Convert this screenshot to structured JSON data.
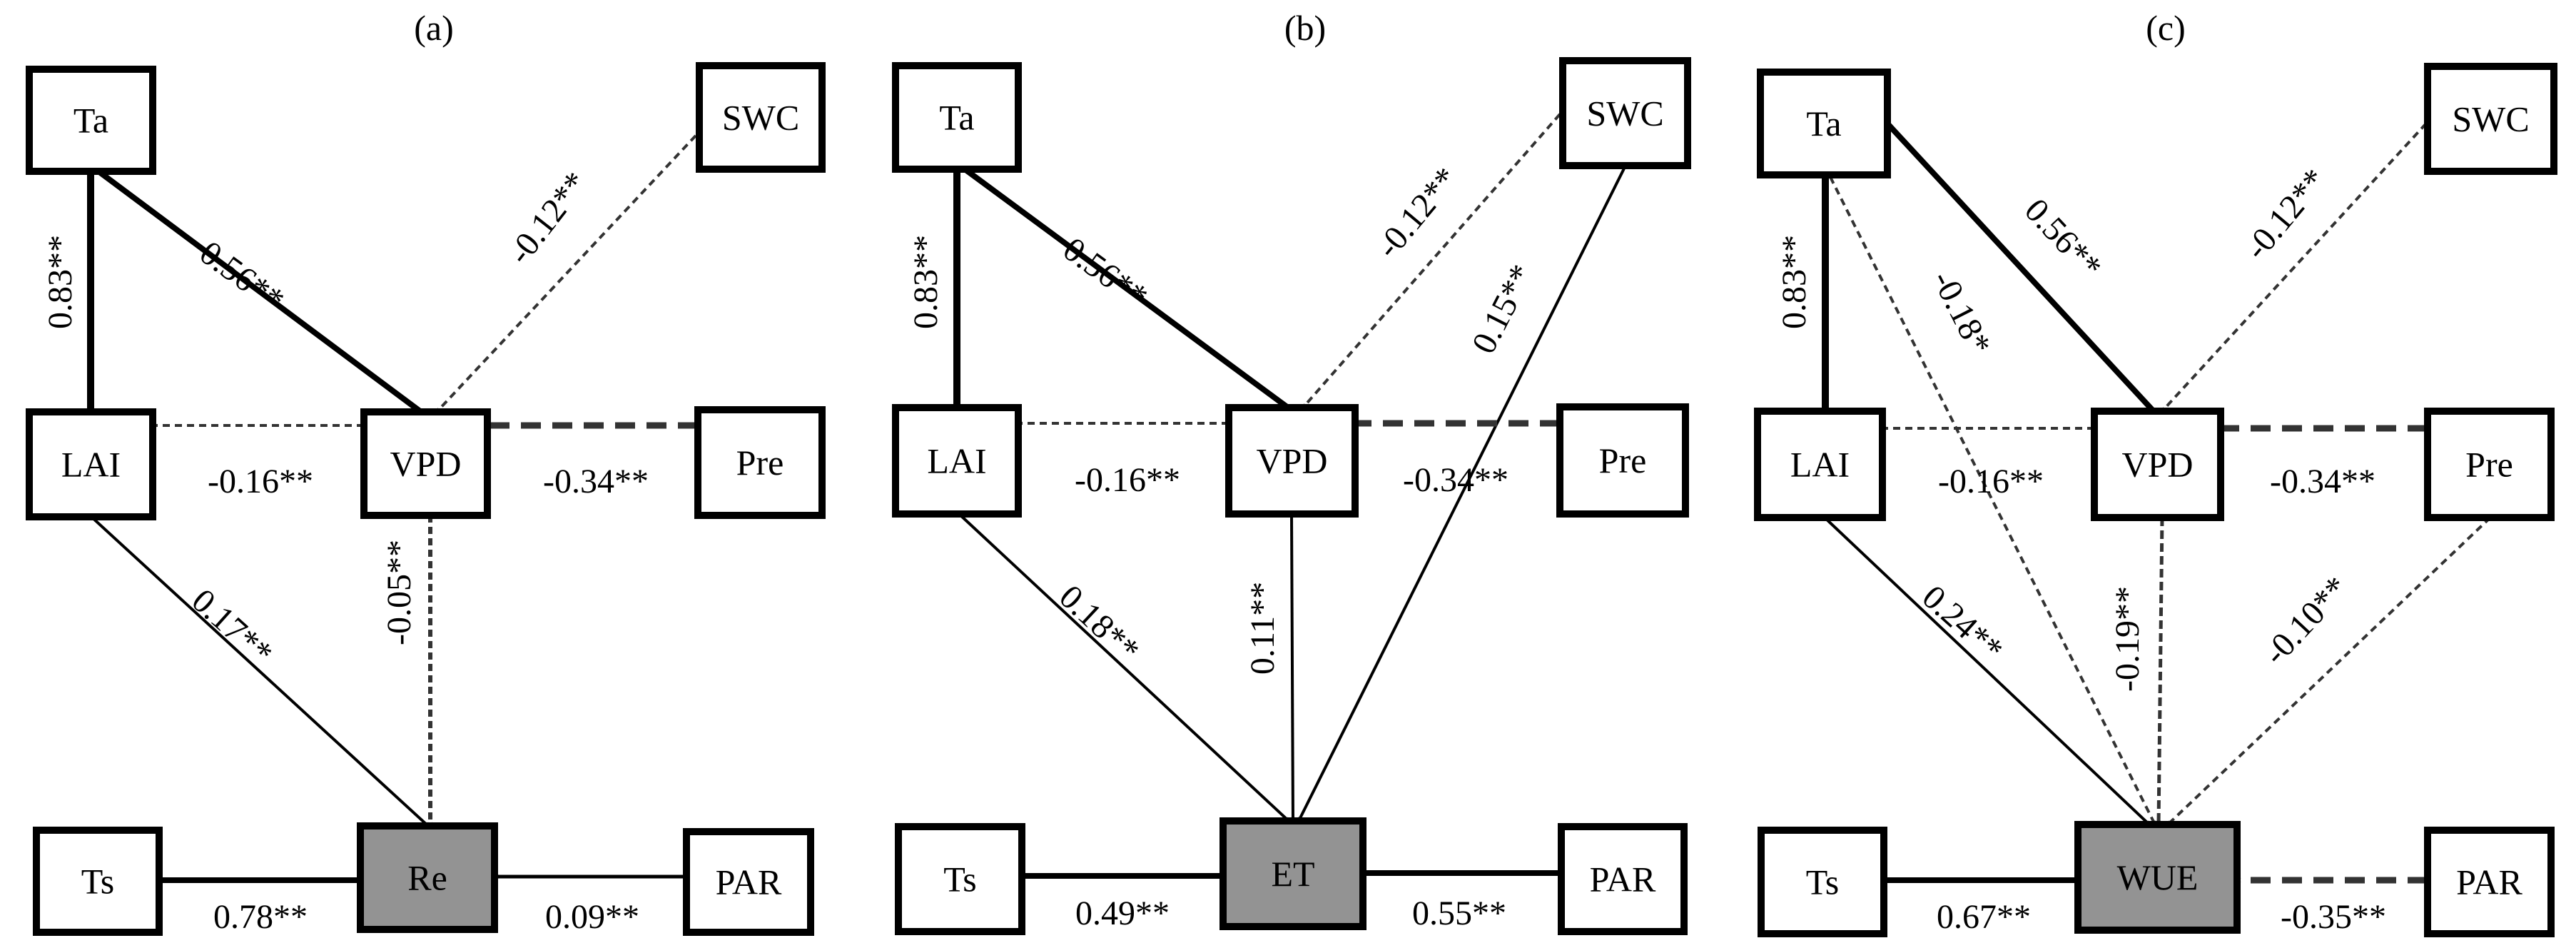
{
  "figure": {
    "panels": [
      {
        "id": "a",
        "title": "(a)",
        "target": "Re",
        "nodes": [
          "Ta",
          "SWC",
          "LAI",
          "VPD",
          "Pre",
          "Ts",
          "Re",
          "PAR"
        ],
        "paths": [
          {
            "from": "Ta",
            "to": "LAI",
            "coefficient": "0.83**",
            "sign": "positive"
          },
          {
            "from": "Ta",
            "to": "VPD",
            "coefficient": "0.56**",
            "sign": "positive"
          },
          {
            "from": "SWC",
            "to": "VPD",
            "coefficient": "-0.12**",
            "sign": "negative"
          },
          {
            "from": "VPD",
            "to": "LAI",
            "coefficient": "-0.16**",
            "sign": "negative"
          },
          {
            "from": "Pre",
            "to": "VPD",
            "coefficient": "-0.34**",
            "sign": "negative"
          },
          {
            "from": "LAI",
            "to": "Re",
            "coefficient": "0.17**",
            "sign": "positive"
          },
          {
            "from": "VPD",
            "to": "Re",
            "coefficient": "-0.05**",
            "sign": "negative"
          },
          {
            "from": "Ts",
            "to": "Re",
            "coefficient": "0.78**",
            "sign": "positive"
          },
          {
            "from": "PAR",
            "to": "Re",
            "coefficient": "0.09**",
            "sign": "positive"
          }
        ]
      },
      {
        "id": "b",
        "title": "(b)",
        "target": "ET",
        "nodes": [
          "Ta",
          "SWC",
          "LAI",
          "VPD",
          "Pre",
          "Ts",
          "ET",
          "PAR"
        ],
        "paths": [
          {
            "from": "Ta",
            "to": "LAI",
            "coefficient": "0.83**",
            "sign": "positive"
          },
          {
            "from": "Ta",
            "to": "VPD",
            "coefficient": "0.56**",
            "sign": "positive"
          },
          {
            "from": "SWC",
            "to": "VPD",
            "coefficient": "-0.12**",
            "sign": "negative"
          },
          {
            "from": "SWC",
            "to": "ET",
            "coefficient": "0.15**",
            "sign": "positive"
          },
          {
            "from": "VPD",
            "to": "LAI",
            "coefficient": "-0.16**",
            "sign": "negative"
          },
          {
            "from": "Pre",
            "to": "VPD",
            "coefficient": "-0.34**",
            "sign": "negative"
          },
          {
            "from": "LAI",
            "to": "ET",
            "coefficient": "0.18**",
            "sign": "positive"
          },
          {
            "from": "VPD",
            "to": "ET",
            "coefficient": "0.11**",
            "sign": "positive"
          },
          {
            "from": "Ts",
            "to": "ET",
            "coefficient": "0.49**",
            "sign": "positive"
          },
          {
            "from": "PAR",
            "to": "ET",
            "coefficient": "0.55**",
            "sign": "positive"
          }
        ]
      },
      {
        "id": "c",
        "title": "(c)",
        "target": "WUE",
        "nodes": [
          "Ta",
          "SWC",
          "LAI",
          "VPD",
          "Pre",
          "Ts",
          "WUE",
          "PAR"
        ],
        "paths": [
          {
            "from": "Ta",
            "to": "LAI",
            "coefficient": "0.83**",
            "sign": "positive"
          },
          {
            "from": "Ta",
            "to": "VPD",
            "coefficient": "0.56**",
            "sign": "positive"
          },
          {
            "from": "Ta",
            "to": "WUE",
            "coefficient": "-0.18*",
            "sign": "negative"
          },
          {
            "from": "SWC",
            "to": "VPD",
            "coefficient": "-0.12**",
            "sign": "negative"
          },
          {
            "from": "VPD",
            "to": "LAI",
            "coefficient": "-0.16**",
            "sign": "negative"
          },
          {
            "from": "Pre",
            "to": "VPD",
            "coefficient": "-0.34**",
            "sign": "negative"
          },
          {
            "from": "LAI",
            "to": "WUE",
            "coefficient": "0.24**",
            "sign": "positive"
          },
          {
            "from": "VPD",
            "to": "WUE",
            "coefficient": "-0.19**",
            "sign": "negative"
          },
          {
            "from": "Pre",
            "to": "WUE",
            "coefficient": "-0.10**",
            "sign": "negative"
          },
          {
            "from": "Ts",
            "to": "WUE",
            "coefficient": "0.67**",
            "sign": "positive"
          },
          {
            "from": "PAR",
            "to": "WUE",
            "coefficient": "-0.35**",
            "sign": "negative"
          }
        ]
      }
    ],
    "colors": {
      "line": "#000000",
      "dashed_line": "#333333",
      "target_fill": "#939393",
      "node_fill": "#ffffff",
      "background": "#ffffff"
    }
  }
}
